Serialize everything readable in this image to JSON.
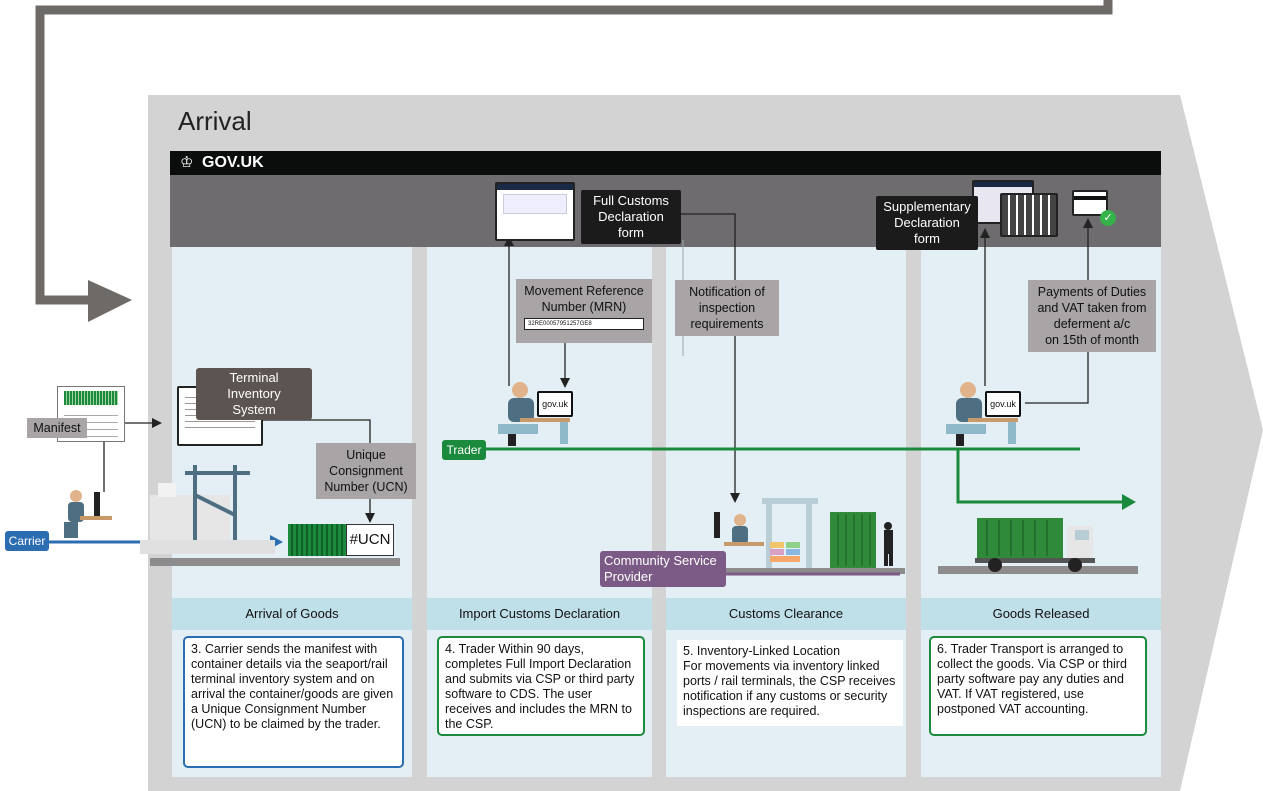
{
  "section_title": "Arrival",
  "header": {
    "brand": "GOV.UK",
    "crown_icon": "crown-icon"
  },
  "top_labels": {
    "full_customs": "Full Customs\nDeclaration form",
    "supplementary": "Supplementary\nDeclaration form"
  },
  "grey_labels": {
    "mrn": "Movement Reference\nNumber (MRN)",
    "mrn_code": "32RE00057951257GE8",
    "notification": "Notification of\ninspection\nrequirements",
    "payments": "Payments of Duties\nand VAT taken from\ndeferment a/c\non 15th of month",
    "manifest": "Manifest",
    "ucn": "Unique\nConsignment\nNumber (UCN)"
  },
  "terminal_label": "Terminal Inventory\nSystem",
  "screen_text": "gov.uk",
  "container_tag": "#UCN",
  "actors": {
    "trader": "Trader",
    "carrier": "Carrier",
    "csp": "Community Service\nProvider"
  },
  "phases": [
    "Arrival of Goods",
    "Import Customs Declaration",
    "Customs Clearance",
    "Goods Released"
  ],
  "descriptions": [
    "3. Carrier sends the manifest with container details via the seaport/rail terminal inventory system and on arrival the container/goods are given a Unique Consignment Number (UCN) to be claimed by the trader.",
    "4. Trader Within 90 days, completes Full Import Declaration and submits via CSP or third party software to CDS. The user receives and includes the MRN to the CSP.",
    "5. Inventory-Linked Location\nFor movements via inventory linked ports / rail terminals, the CSP receives notification if any customs or security inspections are required.",
    "6. Trader Transport is arranged to collect the goods. Via CSP or third party software pay any duties and VAT. If VAT registered, use postponed VAT accounting."
  ],
  "colors": {
    "gov_bar": "#0b0c0c",
    "band": "#6e6c6e",
    "column": "#e3eff4",
    "phase": "#bfe0e8",
    "trader_green": "#1b8a3c",
    "carrier_blue": "#2c6cb0",
    "csp_purple": "#7b5a86",
    "arrow_grey": "#6e6a68",
    "shape_grey": "#d3d3d3"
  }
}
